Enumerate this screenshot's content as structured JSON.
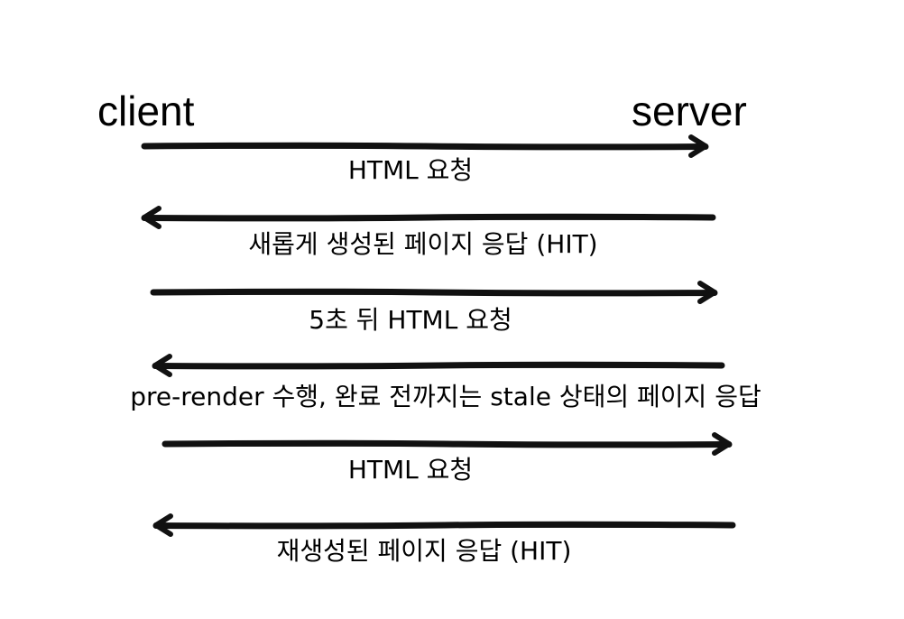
{
  "diagram": {
    "type": "sequence",
    "participants": [
      {
        "id": "client",
        "label": "client"
      },
      {
        "id": "server",
        "label": "server"
      }
    ],
    "messages": [
      {
        "from": "client",
        "to": "server",
        "label": "HTML 요청"
      },
      {
        "from": "server",
        "to": "client",
        "label": "새롭게 생성된 페이지 응답 (HIT)"
      },
      {
        "from": "client",
        "to": "server",
        "label": "5초 뒤 HTML 요청"
      },
      {
        "from": "server",
        "to": "client",
        "label": "pre-render 수행, 완료 전까지는 stale 상태의 페이지 응답"
      },
      {
        "from": "client",
        "to": "server",
        "label": "HTML 요청"
      },
      {
        "from": "server",
        "to": "client",
        "label": "재생성된 페이지 응답 (HIT)"
      }
    ],
    "colors": {
      "arrow": "#111111",
      "text": "#000000",
      "background": "#ffffff"
    }
  }
}
